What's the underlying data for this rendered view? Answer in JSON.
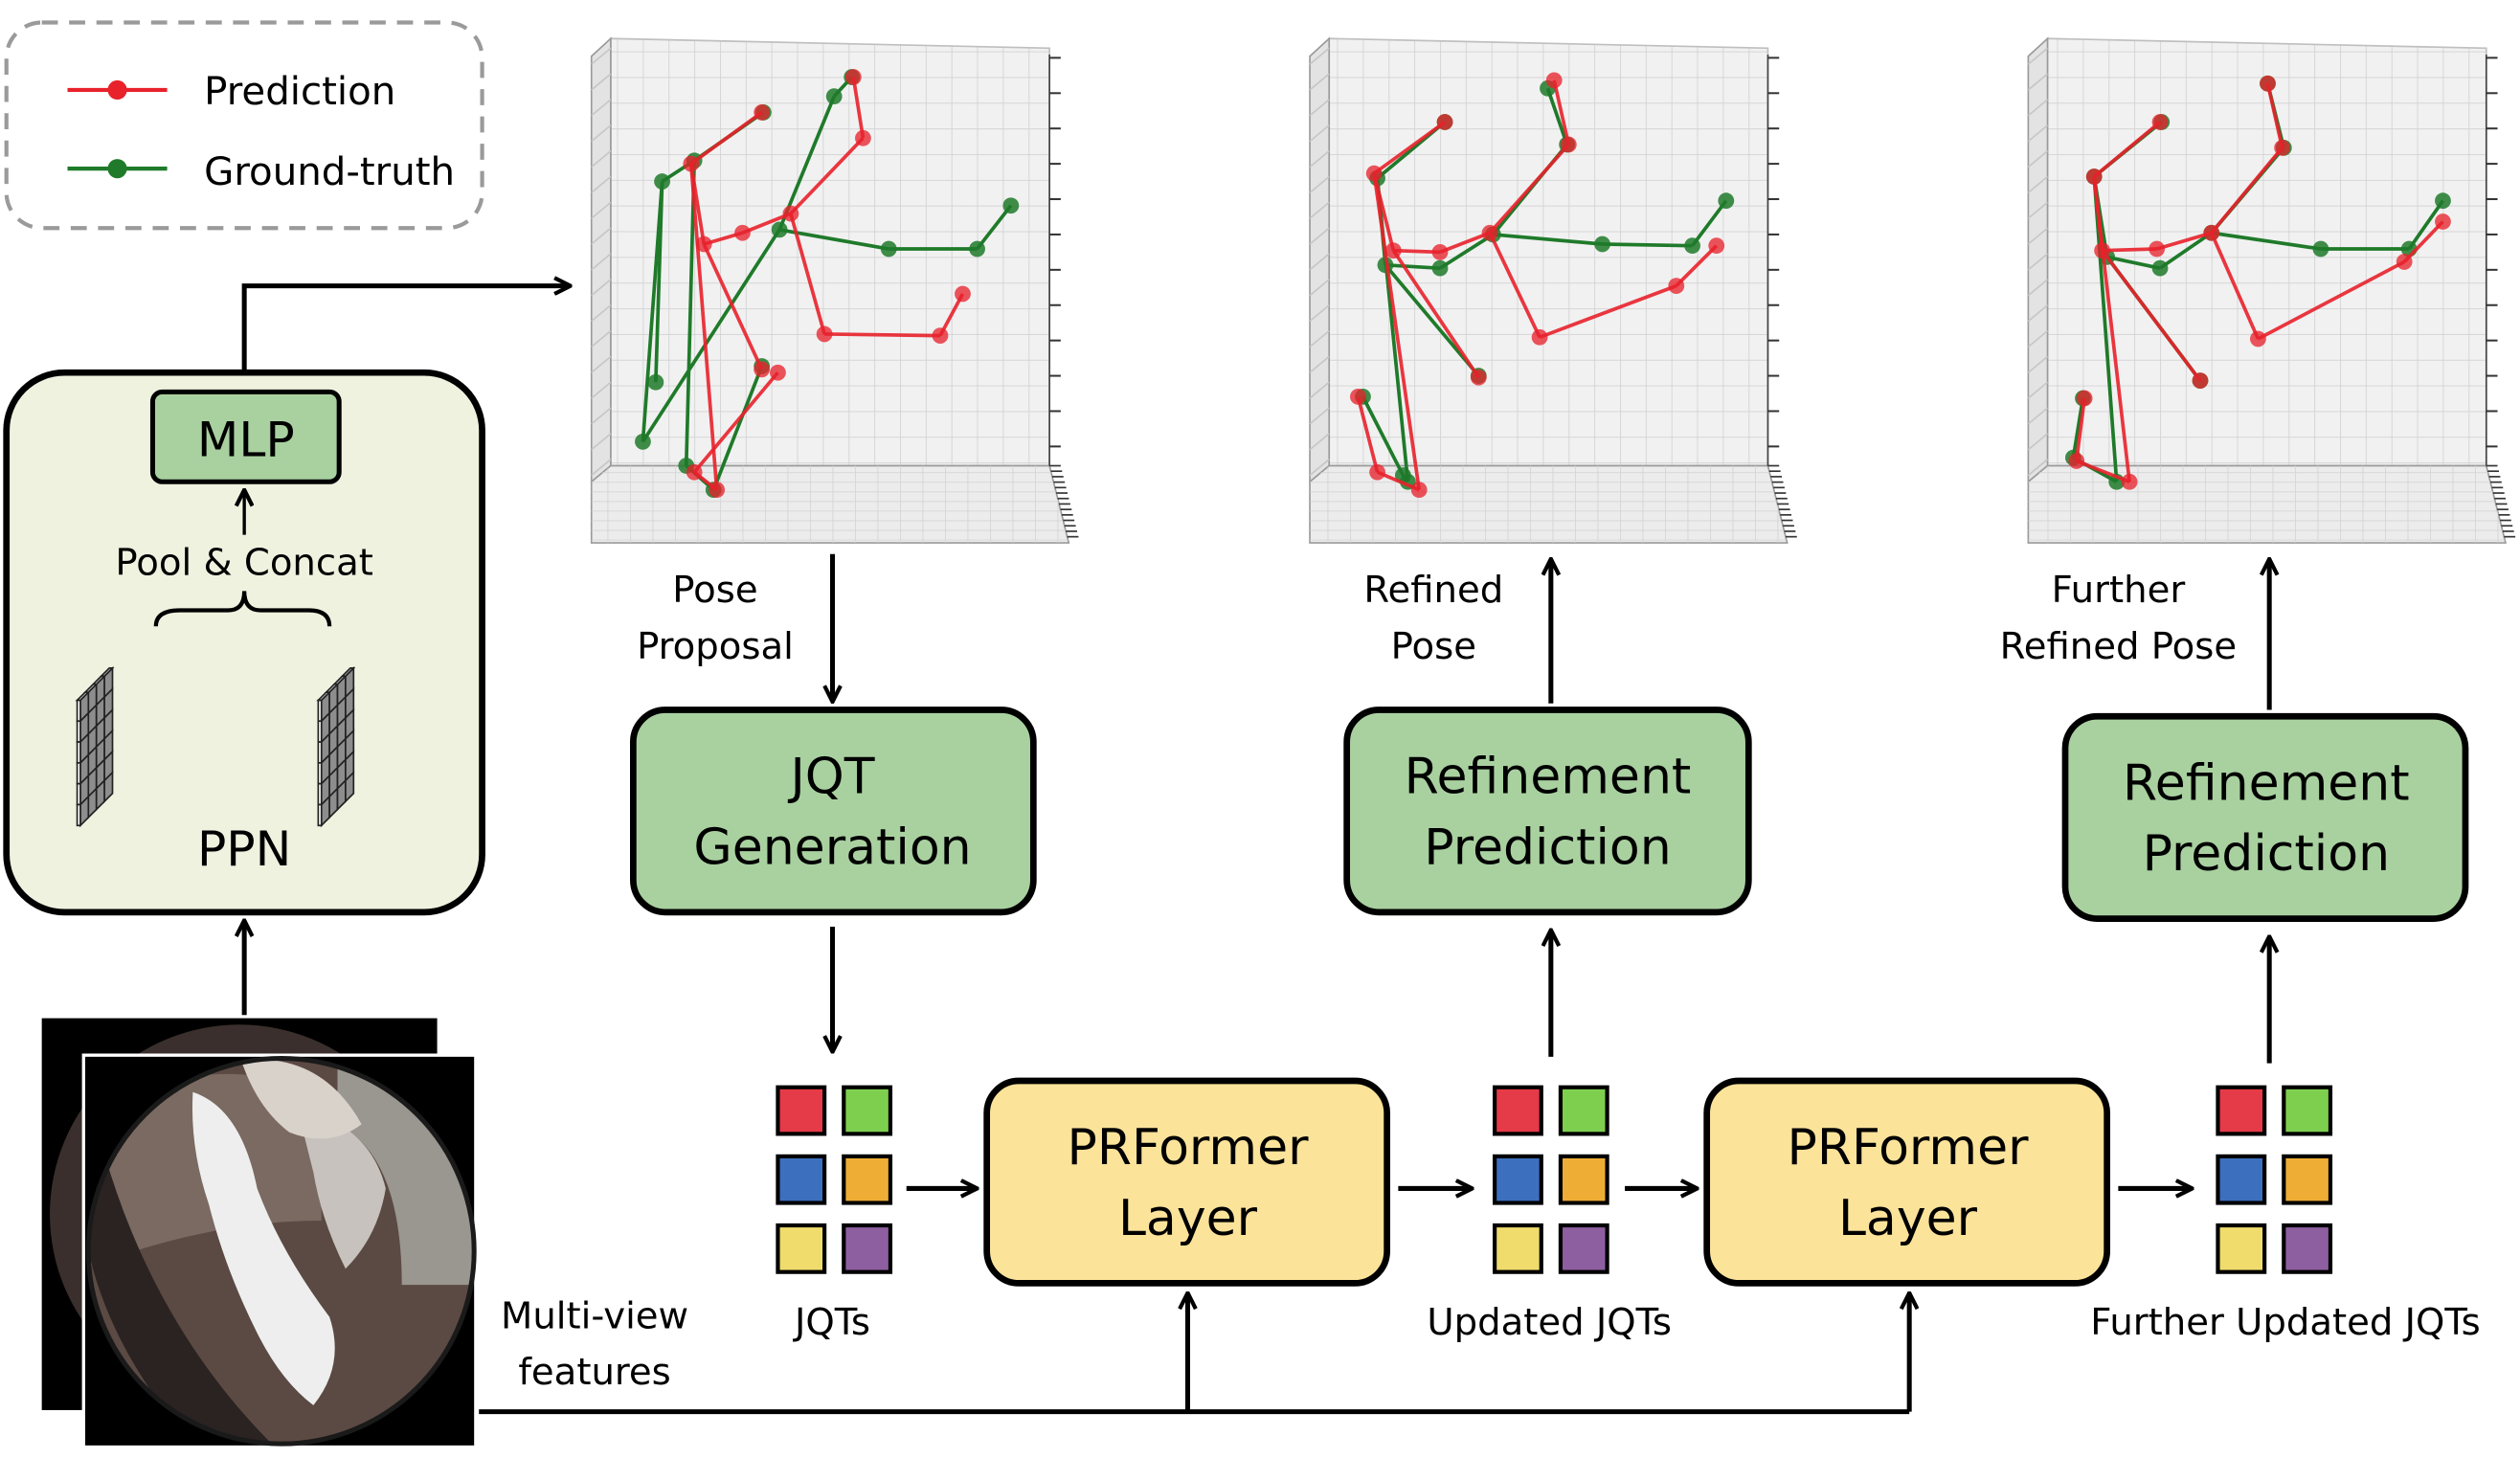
{
  "legend": {
    "prediction_label": "Prediction",
    "ground_truth_label": "Ground-truth",
    "prediction_color": "#e8212b",
    "ground_truth_color": "#1f7a2a"
  },
  "ppn": {
    "label": "PPN",
    "mlp_label": "MLP",
    "pool_concat_label": "Pool & Concat"
  },
  "captions": {
    "pose_proposal": [
      "Pose",
      "Proposal"
    ],
    "refined_pose": [
      "Refined",
      "Pose"
    ],
    "further_refined_pose": [
      "Further",
      "Refined Pose"
    ],
    "multiview_features": [
      "Multi-view",
      "features"
    ],
    "jqts": "JQTs",
    "updated_jqts": "Updated JQTs",
    "further_updated_jqts": "Further Updated JQTs"
  },
  "boxes": {
    "jqt_generation": [
      "JQT",
      "Generation"
    ],
    "refinement_prediction_1": [
      "Refinement",
      "Prediction"
    ],
    "refinement_prediction_2": [
      "Refinement",
      "Prediction"
    ],
    "prformer_layer_1": [
      "PRFormer",
      "Layer"
    ],
    "prformer_layer_2": [
      "PRFormer",
      "Layer"
    ]
  },
  "colors": {
    "green_box": "#a9d1a0",
    "yellow_box": "#fbe39a",
    "ppn_bg": "#eef2df",
    "query_colors": [
      "#e53a47",
      "#7fcf4f",
      "#3d6fbf",
      "#eeae35",
      "#efdc6d",
      "#8e5fa0"
    ]
  },
  "plots": [
    {
      "id": "pose-proposal-plot"
    },
    {
      "id": "refined-pose-plot"
    },
    {
      "id": "further-refined-pose-plot"
    }
  ]
}
